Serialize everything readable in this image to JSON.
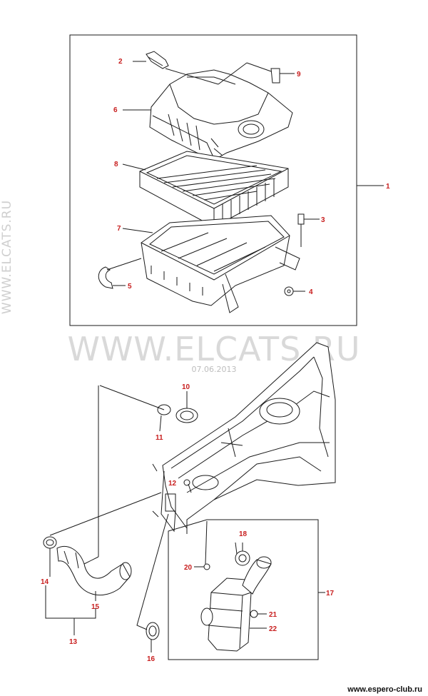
{
  "watermarks": {
    "side": "WWW.ELCATS.RU",
    "center": "WWW.ELCATS.RU",
    "date": "07.06.2013"
  },
  "footer": "www.espero-club.ru",
  "callouts": {
    "n1": "1",
    "n2": "2",
    "n3": "3",
    "n4": "4",
    "n5": "5",
    "n6": "6",
    "n7": "7",
    "n8": "8",
    "n9": "9",
    "n10": "10",
    "n11": "11",
    "n12": "12",
    "n13": "13",
    "n14": "14",
    "n15": "15",
    "n16": "16",
    "n17": "17",
    "n18": "18",
    "n19": "12",
    "n20": "20",
    "n21": "21",
    "n22": "22"
  },
  "colors": {
    "line": "#1a1a1a",
    "callout": "#c81e1e",
    "watermark": "#d9d9d9"
  }
}
